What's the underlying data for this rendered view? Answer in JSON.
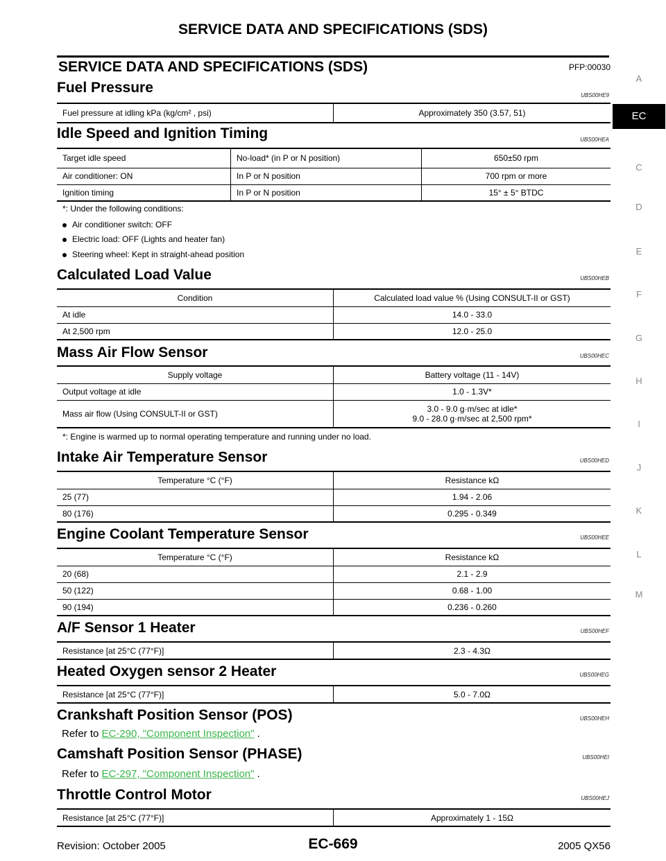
{
  "header": {
    "title": "SERVICE DATA AND SPECIFICATIONS (SDS)"
  },
  "main": {
    "title": "SERVICE DATA AND SPECIFICATIONS (SDS)",
    "pfp": "PFP:00030"
  },
  "sections": {
    "fuel": {
      "title": "Fuel Pressure",
      "code": "UBS00HE9",
      "rows": [
        [
          "Fuel pressure at idling kPa (kg/cm² , psi)",
          "Approximately 350 (3.57, 51)"
        ]
      ]
    },
    "idle": {
      "title": "Idle Speed and Ignition Timing",
      "code": "UBS00HEA",
      "rows": [
        [
          "Target idle speed",
          "No-load*  (in P or N position)",
          "650±50 rpm"
        ],
        [
          "Air conditioner: ON",
          "In P or N position",
          "700 rpm or more"
        ],
        [
          "Ignition timing",
          "In P or N position",
          "15° ± 5° BTDC"
        ]
      ],
      "note": "*: Under the following conditions:",
      "bullets": [
        "Air conditioner switch: OFF",
        "Electric load: OFF (Lights and heater fan)",
        "Steering wheel: Kept in straight-ahead position"
      ]
    },
    "load": {
      "title": "Calculated Load Value",
      "code": "UBS00HEB",
      "rows": [
        [
          "Condition",
          "Calculated load value % (Using CONSULT-II or GST)"
        ],
        [
          "At idle",
          "14.0 - 33.0"
        ],
        [
          "At 2,500 rpm",
          "12.0 - 25.0"
        ]
      ]
    },
    "maf": {
      "title": "Mass Air Flow Sensor",
      "code": "UBS00HEC",
      "rows": [
        [
          "Supply voltage",
          "Battery voltage (11 - 14V)"
        ],
        [
          "Output voltage at idle",
          "1.0 - 1.3V*"
        ],
        [
          "Mass air flow (Using CONSULT-II or GST)",
          "3.0 - 9.0 g·m/sec at idle*",
          "9.0 - 28.0 g·m/sec at 2,500 rpm*"
        ]
      ],
      "note": "*: Engine is warmed up to normal operating temperature and running under no load."
    },
    "iat": {
      "title": "Intake Air Temperature Sensor",
      "code": "UBS00HED",
      "rows": [
        [
          "Temperature °C (°F)",
          "Resistance kΩ"
        ],
        [
          "25 (77)",
          "1.94 - 2.06"
        ],
        [
          "80 (176)",
          "0.295 - 0.349"
        ]
      ]
    },
    "ect": {
      "title": "Engine Coolant Temperature Sensor",
      "code": "UBS00HEE",
      "rows": [
        [
          "Temperature °C (°F)",
          "Resistance kΩ"
        ],
        [
          "20 (68)",
          "2.1 - 2.9"
        ],
        [
          "50 (122)",
          "0.68 - 1.00"
        ],
        [
          "90 (194)",
          "0.236 - 0.260"
        ]
      ]
    },
    "af": {
      "title": "A/F Sensor 1 Heater",
      "code": "UBS00HEF",
      "rows": [
        [
          "Resistance [at 25°C (77°F)]",
          "2.3 - 4.3Ω"
        ]
      ]
    },
    "ho2": {
      "title": "Heated Oxygen sensor 2 Heater",
      "code": "UBS00HEG",
      "rows": [
        [
          "Resistance [at 25°C (77°F)]",
          "5.0 - 7.0Ω"
        ]
      ]
    },
    "ckp": {
      "title": "Crankshaft Position Sensor (POS)",
      "code": "UBS00HEH",
      "ref_prefix": "Refer to ",
      "ref_link": "EC-290, \"Component Inspection\"",
      "ref_suffix": " ."
    },
    "cmp": {
      "title": "Camshaft Position Sensor (PHASE)",
      "code": "UBS00HEI",
      "ref_prefix": "Refer to ",
      "ref_link": "EC-297, \"Component Inspection\"",
      "ref_suffix": " ."
    },
    "tcm": {
      "title": "Throttle Control Motor",
      "code": "UBS00HEJ",
      "rows": [
        [
          "Resistance [at 25°C (77°F)]",
          "Approximately 1 - 15Ω"
        ]
      ]
    }
  },
  "side_tabs": [
    "A",
    "EC",
    "C",
    "D",
    "E",
    "F",
    "G",
    "H",
    "I",
    "J",
    "K",
    "L",
    "M"
  ],
  "side_tab_active": "EC",
  "footer": {
    "revision": "Revision: October 2005",
    "page": "EC-669",
    "model": "2005 QX56"
  }
}
